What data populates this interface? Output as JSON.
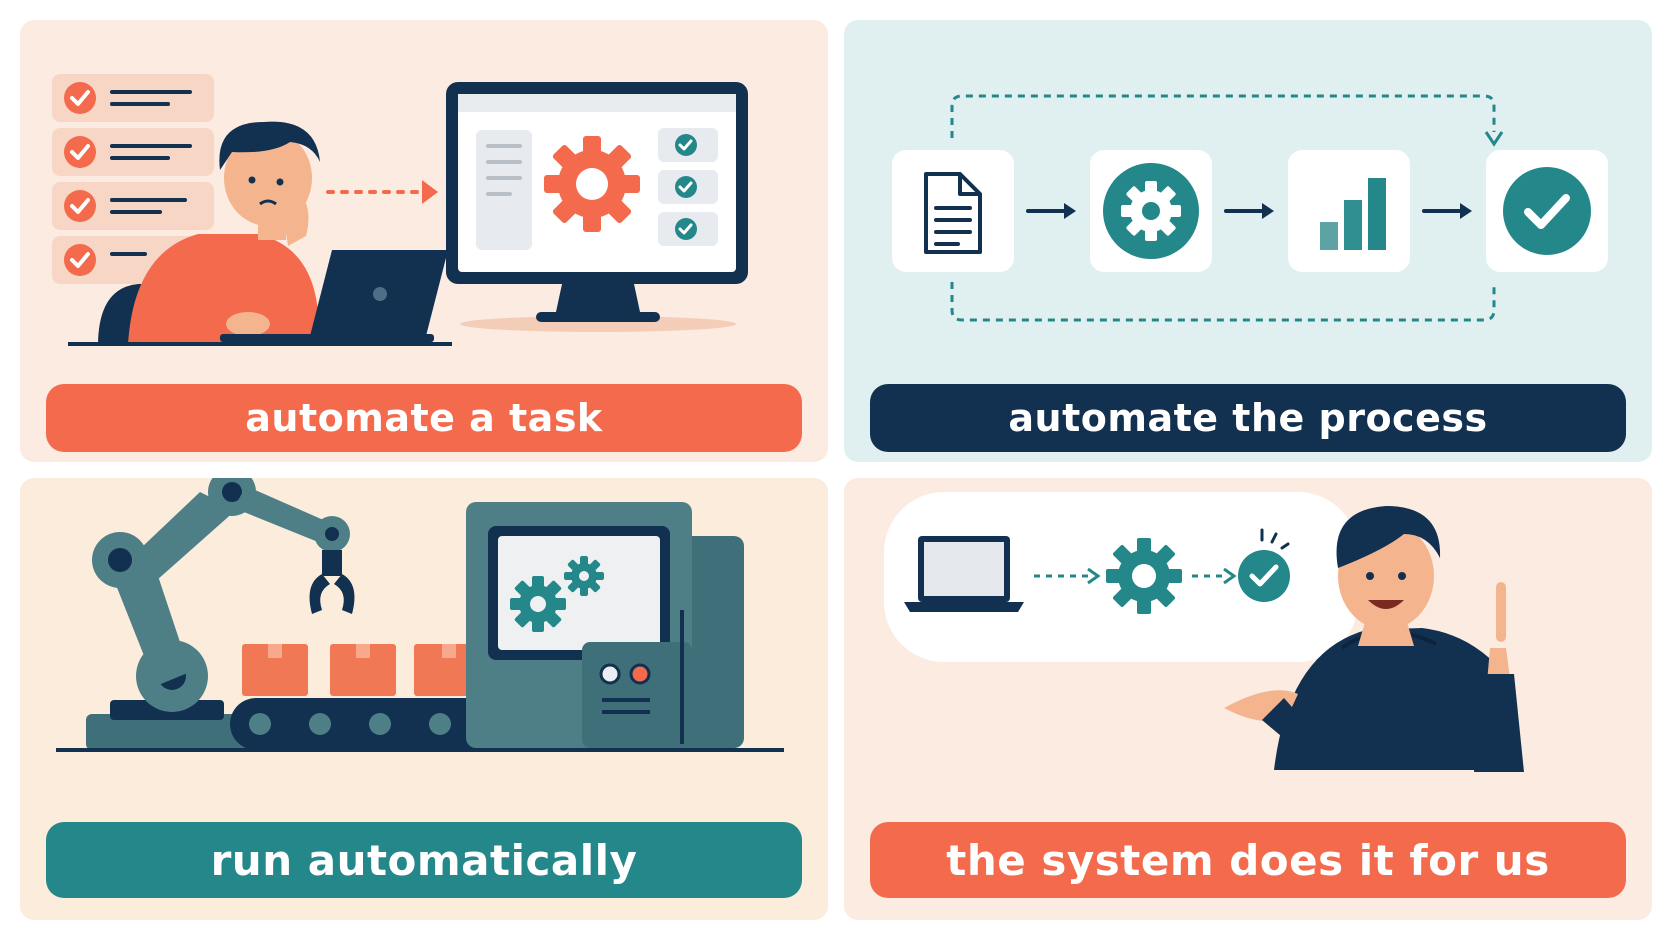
{
  "panels": [
    {
      "label": "automate a task",
      "color": "#f36a4c"
    },
    {
      "label": "automate the process",
      "color": "#12304f"
    },
    {
      "label": "run automatically",
      "color": "#24878a"
    },
    {
      "label": "the system does it for us",
      "color": "#f36a4c"
    }
  ],
  "palette": {
    "coral": "#f36a4c",
    "navy": "#12304f",
    "teal": "#24878a",
    "slate": "#4f7f86"
  },
  "icons": [
    "checklist-icon",
    "gear-icon",
    "document-icon",
    "bar-chart-icon",
    "checkmark-icon",
    "laptop-icon",
    "robot-arm-icon",
    "box-icon",
    "conveyor-icon",
    "machine-icon"
  ]
}
